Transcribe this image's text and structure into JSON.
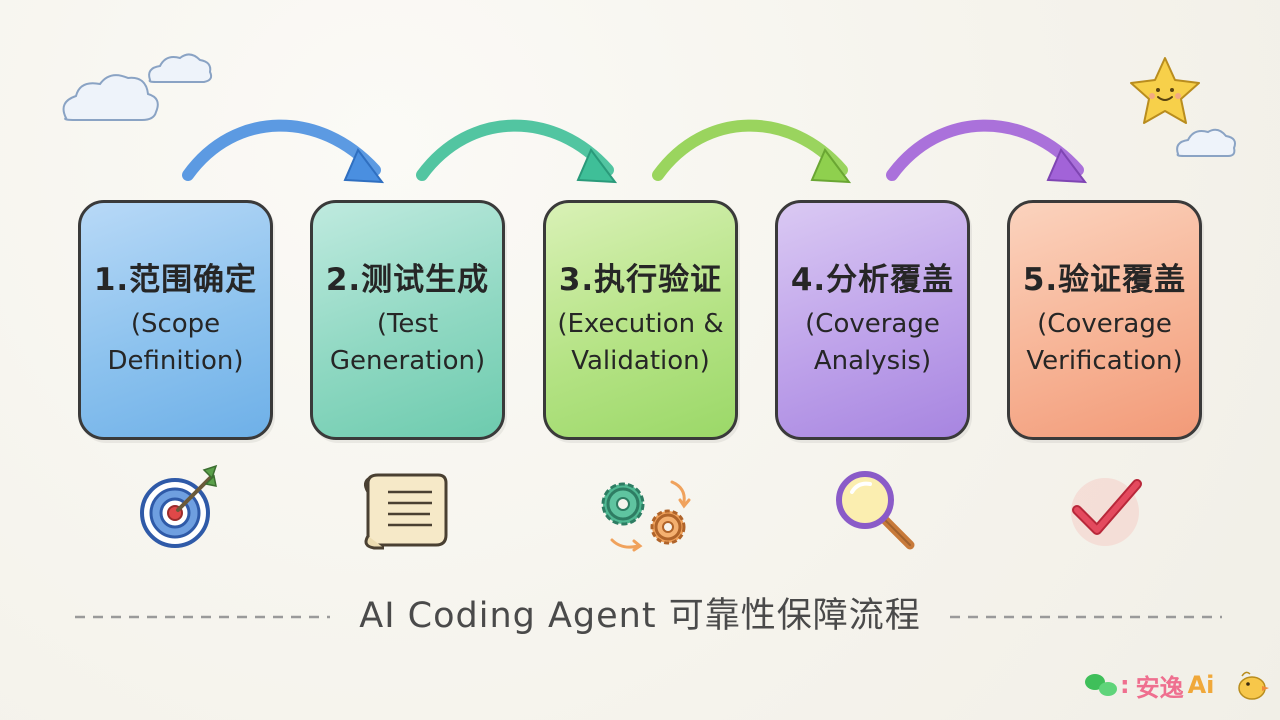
{
  "steps": [
    {
      "title": "1.范围确定",
      "subtitle": "(Scope Definition)",
      "icon": "target-icon",
      "color": "#7ab6ea"
    },
    {
      "title": "2.测试生成",
      "subtitle": "(Test Generation)",
      "icon": "scroll-icon",
      "color": "#7fd0b8"
    },
    {
      "title": "3.执行验证",
      "subtitle": "(Execution & Validation)",
      "icon": "gears-icon",
      "color": "#a8dc74"
    },
    {
      "title": "4.分析覆盖",
      "subtitle": "(Coverage Analysis)",
      "icon": "magnifier-icon",
      "color": "#b293e5"
    },
    {
      "title": "5.验证覆盖",
      "subtitle": "(Coverage Verification)",
      "icon": "checkmark-icon",
      "color": "#f5a786"
    }
  ],
  "footer": {
    "title": "AI Coding Agent 可靠性保障流程"
  },
  "brand": {
    "separator": ":",
    "name": "安逸",
    "suffix": "Ai"
  },
  "colors": {
    "arrow_1": "#4a8fe0",
    "arrow_2": "#3fbf98",
    "arrow_3": "#8fd04e",
    "arrow_4": "#a263d8",
    "brand": "#ef6f8f"
  }
}
